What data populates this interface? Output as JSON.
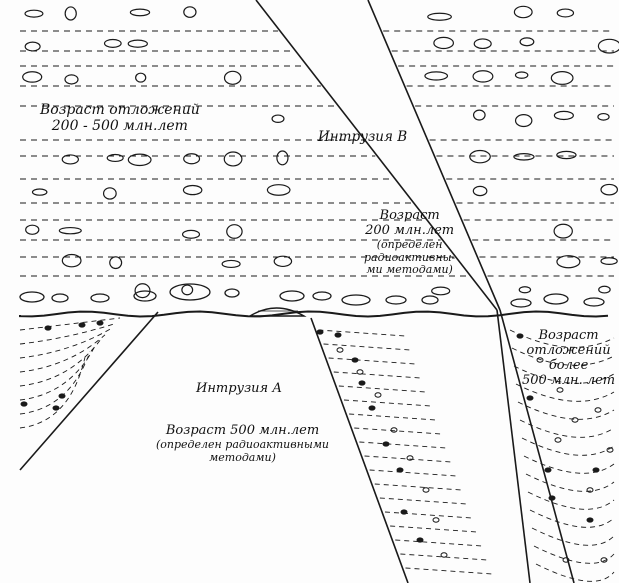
{
  "labels": {
    "sediments_upper": {
      "line1": "Возраст отложений",
      "line2": "200 - 500 млн.лет"
    },
    "intrusion_b": {
      "name": "Интрузия В"
    },
    "intrusion_b_age": {
      "line1": "Возраст",
      "line2": "200 млн.лет",
      "line3": "(определен",
      "line4": "радиоактивны-",
      "line5": "ми методами)"
    },
    "intrusion_a": {
      "name": "Интрузия А"
    },
    "intrusion_a_age": {
      "line1": "Возраст  500 млн.лет",
      "line2": "(определен радиоактивными",
      "line3": "методами)"
    },
    "sediments_lower": {
      "line1": "Возраст",
      "line2": "отложений",
      "line3": "более",
      "line4": "500 млн. лет"
    }
  },
  "colors": {
    "ink": "#1a1a1a",
    "paper": "#fdfdfd"
  }
}
